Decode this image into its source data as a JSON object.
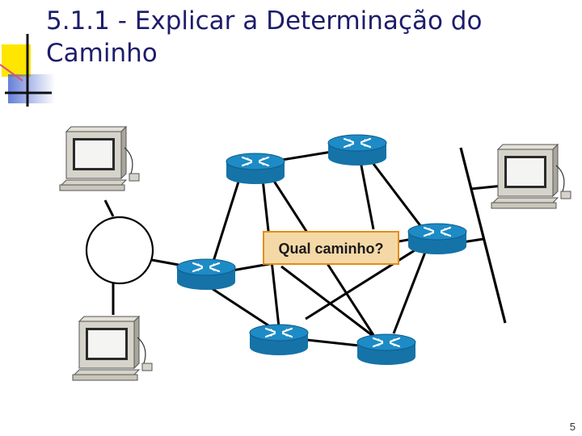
{
  "slide": {
    "title_line1": "5.1.1 - Explicar a Determinação do",
    "title_line2": "Caminho",
    "page_number": "5"
  },
  "diagram": {
    "question_label": "Qual caminho?",
    "colors": {
      "router_top": "#1d8bc6",
      "router_side": "#1573a8",
      "label_fill": "#f4d9a7",
      "label_border": "#e38c15",
      "accent_yellow": "#ffe600",
      "accent_blue": "#3355cc"
    },
    "icons": [
      "router-icon",
      "computer-icon",
      "hub-circle-icon",
      "ethernet-segment-icon"
    ]
  }
}
